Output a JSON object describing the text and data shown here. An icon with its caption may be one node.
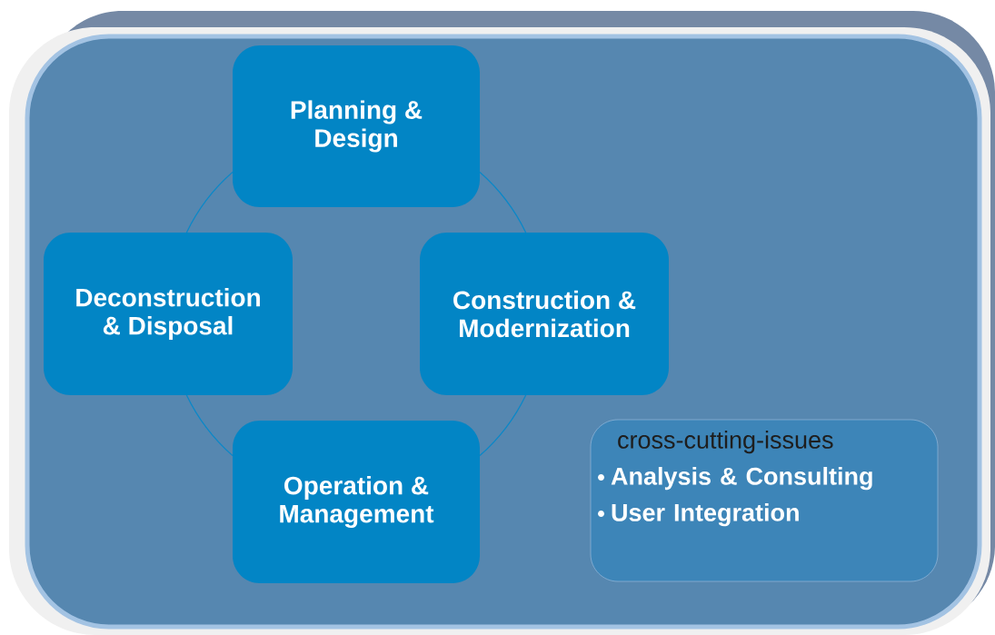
{
  "diagram": {
    "nodes": [
      {
        "text": [],
        "shape": "box"
      },
      {
        "text": [
          "Planning & Design"
        ],
        "in": 0
      },
      {
        "text": [
          "Deconstruction & Disposal"
        ],
        "in": 0
      },
      {
        "text": [
          "Construction & Modernization"
        ],
        "in": 0
      },
      {
        "text": [
          "Operation & Management"
        ],
        "in": 0
      },
      {
        "text": [
          "cross-cutting-issues",
          "Analysis & Consulting",
          "User Integration"
        ],
        "in": 0
      }
    ],
    "edges": [
      {
        "from": 1,
        "to": 3,
        "arrow": "none"
      },
      {
        "from": 3,
        "to": 4,
        "arrow": "none"
      },
      {
        "from": 4,
        "to": 2,
        "arrow": "none"
      },
      {
        "from": 2,
        "to": 1,
        "arrow": "none"
      }
    ]
  }
}
